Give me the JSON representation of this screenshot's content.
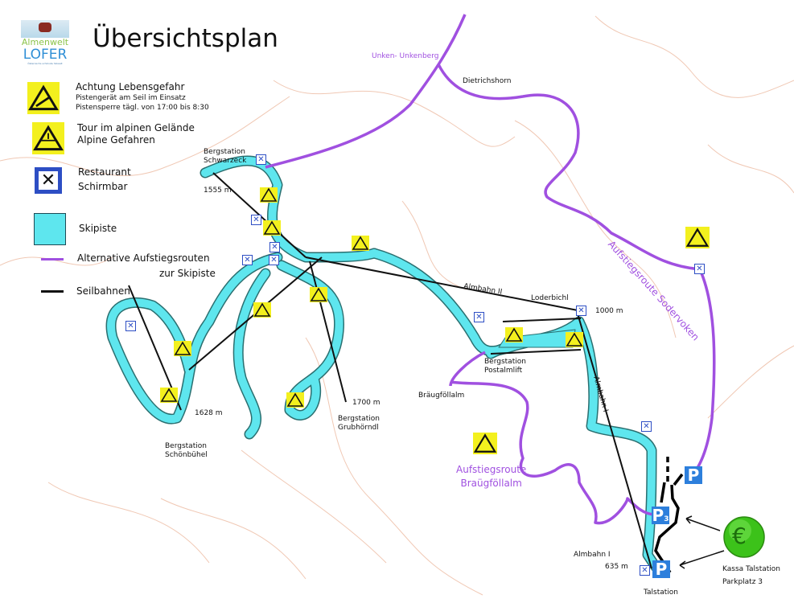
{
  "logo": {
    "line1": "Almenwelt",
    "line2": "LOFER",
    "tagline": "Österreichs schönste Skiwelt"
  },
  "title": "Übersichtsplan",
  "legend": [
    {
      "icon": "danger-warning-icon",
      "label": "Achtung Lebensgefahr",
      "sub1": "Pistengerät am Seil im Einsatz",
      "sub2": "Pistensperre tägl. von 17:00 bis 8:30"
    },
    {
      "icon": "alpine-danger-icon",
      "label": "Tour im alpinen Gelände",
      "sub1": "Alpine Gefahren"
    },
    {
      "icon": "restaurant-icon",
      "label": "Restaurant",
      "sub1": "Schirmbar"
    },
    {
      "icon": "ski-slope-swatch",
      "label": "Skipiste"
    },
    {
      "icon": "purple-line-swatch",
      "label": "Alternative Aufstiegsrouten",
      "sub1": "zur Skipiste"
    },
    {
      "icon": "black-line-swatch",
      "label": "Seilbahnen"
    }
  ],
  "labels": {
    "unken": "Unken- Unkenberg",
    "dietrichshorn": "Dietrichshorn",
    "schwarzeck1": "Bergstation",
    "schwarzeck2": "Schwarzeck",
    "alt1555": "1555 m",
    "almbahn2": "Almbahn II",
    "loderbichl": "Loderbichl",
    "alt1000": "1000 m",
    "postalm1": "Bergstation",
    "postalm2": "Postalmlift",
    "braeugfoellalm": "Bräugföllalm",
    "almbahn1_line": "Almbahn I",
    "sodervoken": "Aufstiegsroute Sodervoken",
    "alt1700": "1700 m",
    "grub1": "Bergstation",
    "grub2": "Grubhörndl",
    "alt1628": "1628 m",
    "schoen1": "Bergstation",
    "schoen2": "Schönbühel",
    "aufstieg1": "Aufstiegsroute",
    "aufstieg2": "Braügföllalm",
    "almbahn1": "Almbahn I",
    "alt635": "635 m",
    "talstation": "Talstation",
    "kassa1": "Kassa Talstation",
    "kassa2": "Parkplatz 3"
  },
  "parking": {
    "p": "P",
    "p3": "P",
    "p3_sub": "3"
  },
  "kassa_icon": "€",
  "colors": {
    "piste": "#5ee6ee",
    "route": "#a050e0",
    "lift": "#111111",
    "warn": "#f3f01e",
    "restaurant": "#2d4ec4",
    "parking": "#2d7fdc",
    "contour": "#f0c8b4"
  }
}
